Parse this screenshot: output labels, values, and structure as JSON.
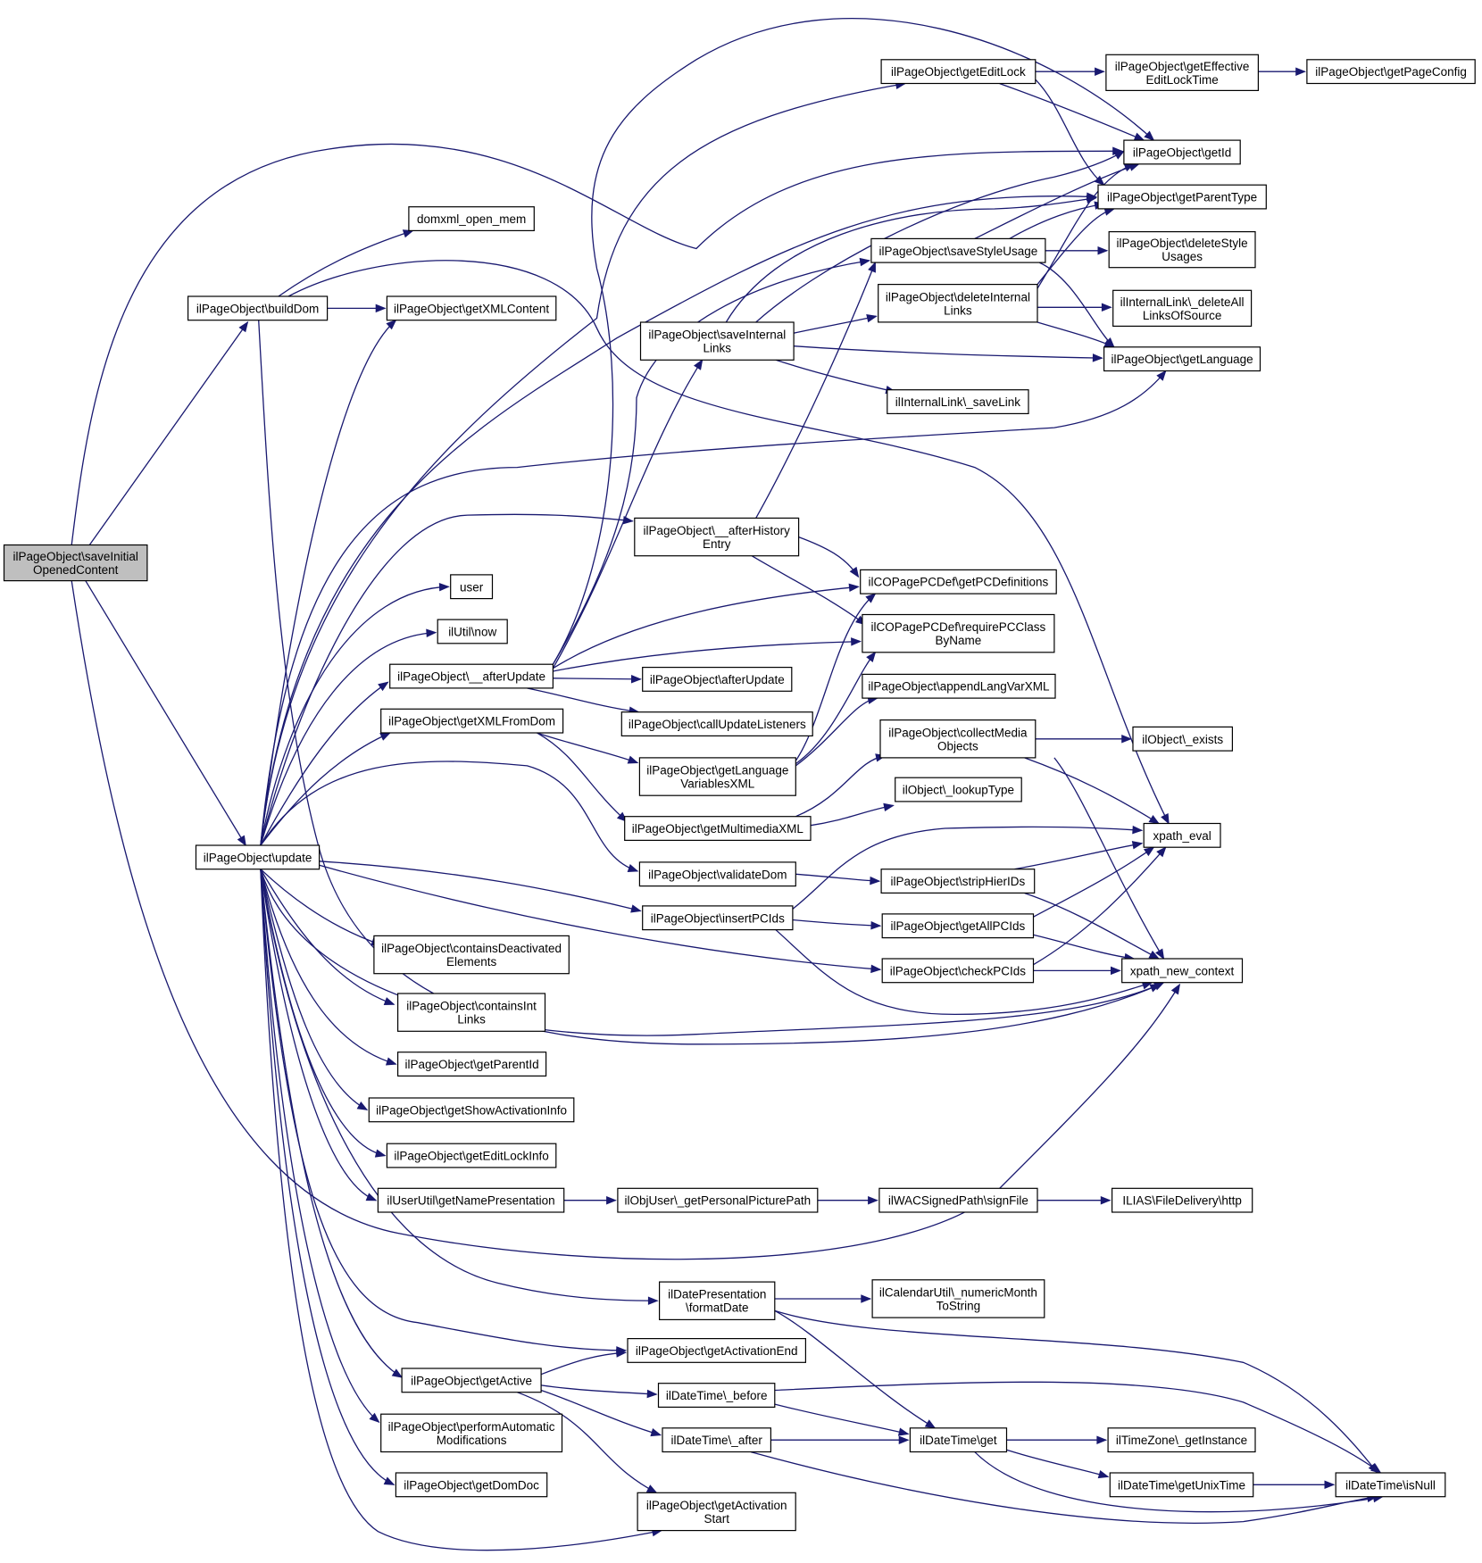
{
  "graph": {
    "nodes": {
      "n_root": [
        "ilPageObject\\saveInitial",
        "OpenedContent"
      ],
      "n_builddom": [
        "ilPageObject\\buildDom"
      ],
      "n_update": [
        "ilPageObject\\update"
      ],
      "n_domxml": [
        "domxml_open_mem"
      ],
      "n_getxmlcontent": [
        "ilPageObject\\getXMLContent"
      ],
      "n_user": [
        "user"
      ],
      "n_now": [
        "ilUtil\\now"
      ],
      "n_afterupdate2": [
        "ilPageObject\\__afterUpdate"
      ],
      "n_getxmlfromdom": [
        "ilPageObject\\getXMLFromDom"
      ],
      "n_containsdeact": [
        "ilPageObject\\containsDeactivated",
        "Elements"
      ],
      "n_containsint": [
        "ilPageObject\\containsInt",
        "Links"
      ],
      "n_getparentid": [
        "ilPageObject\\getParentId"
      ],
      "n_getshowact": [
        "ilPageObject\\getShowActivationInfo"
      ],
      "n_geteditlockinfo": [
        "ilPageObject\\getEditLockInfo"
      ],
      "n_getnamepres": [
        "ilUserUtil\\getNamePresentation"
      ],
      "n_getactive": [
        "ilPageObject\\getActive"
      ],
      "n_performauto": [
        "ilPageObject\\performAutomatic",
        "Modifications"
      ],
      "n_getdomdoc": [
        "ilPageObject\\getDomDoc"
      ],
      "n_saveinternal": [
        "ilPageObject\\saveInternal",
        "Links"
      ],
      "n_afterhistory": [
        "ilPageObject\\__afterHistory",
        "Entry"
      ],
      "n_afterupdate": [
        "ilPageObject\\afterUpdate"
      ],
      "n_callupdate": [
        "ilPageObject\\callUpdateListeners"
      ],
      "n_getlangvars": [
        "ilPageObject\\getLanguage",
        "VariablesXML"
      ],
      "n_getmultimedia": [
        "ilPageObject\\getMultimediaXML"
      ],
      "n_validatedom": [
        "ilPageObject\\validateDom"
      ],
      "n_insertpcids": [
        "ilPageObject\\insertPCIds"
      ],
      "n_getpersonalpic": [
        "ilObjUser\\_getPersonalPicturePath"
      ],
      "n_formatdate": [
        "ilDatePresentation",
        "\\formatDate"
      ],
      "n_getactend": [
        "ilPageObject\\getActivationEnd"
      ],
      "n_before": [
        "ilDateTime\\_before"
      ],
      "n_after": [
        "ilDateTime\\_after"
      ],
      "n_getactstart": [
        "ilPageObject\\getActivation",
        "Start"
      ],
      "n_geteditlock": [
        "ilPageObject\\getEditLock"
      ],
      "n_savestyle": [
        "ilPageObject\\saveStyleUsage"
      ],
      "n_deleteinternal": [
        "ilPageObject\\deleteInternal",
        "Links"
      ],
      "n_savelink": [
        "ilInternalLink\\_saveLink"
      ],
      "n_getpcdefs": [
        "ilCOPagePCDef\\getPCDefinitions"
      ],
      "n_requirepc": [
        "ilCOPagePCDef\\requirePCClass",
        "ByName"
      ],
      "n_appendlang": [
        "ilPageObject\\appendLangVarXML"
      ],
      "n_collectmedia": [
        "ilPageObject\\collectMedia",
        "Objects"
      ],
      "n_lookuptype": [
        "ilObject\\_lookupType"
      ],
      "n_striphier": [
        "ilPageObject\\stripHierIDs"
      ],
      "n_getallpcids": [
        "ilPageObject\\getAllPCIds"
      ],
      "n_checkpcids": [
        "ilPageObject\\checkPCIds"
      ],
      "n_signfile": [
        "ilWACSignedPath\\signFile"
      ],
      "n_nummonth": [
        "ilCalendarUtil\\_numericMonth",
        "ToString"
      ],
      "n_dtget": [
        "ilDateTime\\get"
      ],
      "n_geteffective": [
        "ilPageObject\\getEffective",
        "EditLockTime"
      ],
      "n_getid": [
        "ilPageObject\\getId"
      ],
      "n_getparenttype": [
        "ilPageObject\\getParentType"
      ],
      "n_deletestyle": [
        "ilPageObject\\deleteStyle",
        "Usages"
      ],
      "n_deletealllinks": [
        "ilInternalLink\\_deleteAll",
        "LinksOfSource"
      ],
      "n_getlanguage": [
        "ilPageObject\\getLanguage"
      ],
      "n_exists": [
        "ilObject\\_exists"
      ],
      "n_xpatheval": [
        "xpath_eval"
      ],
      "n_xpathnew": [
        "xpath_new_context"
      ],
      "n_filedelivery": [
        "ILIAS\\FileDelivery\\http"
      ],
      "n_gettz": [
        "ilTimeZone\\_getInstance"
      ],
      "n_getunix": [
        "ilDateTime\\getUnixTime"
      ],
      "n_isnull": [
        "ilDateTime\\isNull"
      ],
      "n_getpageconfig": [
        "ilPageObject\\getPageConfig"
      ]
    }
  }
}
